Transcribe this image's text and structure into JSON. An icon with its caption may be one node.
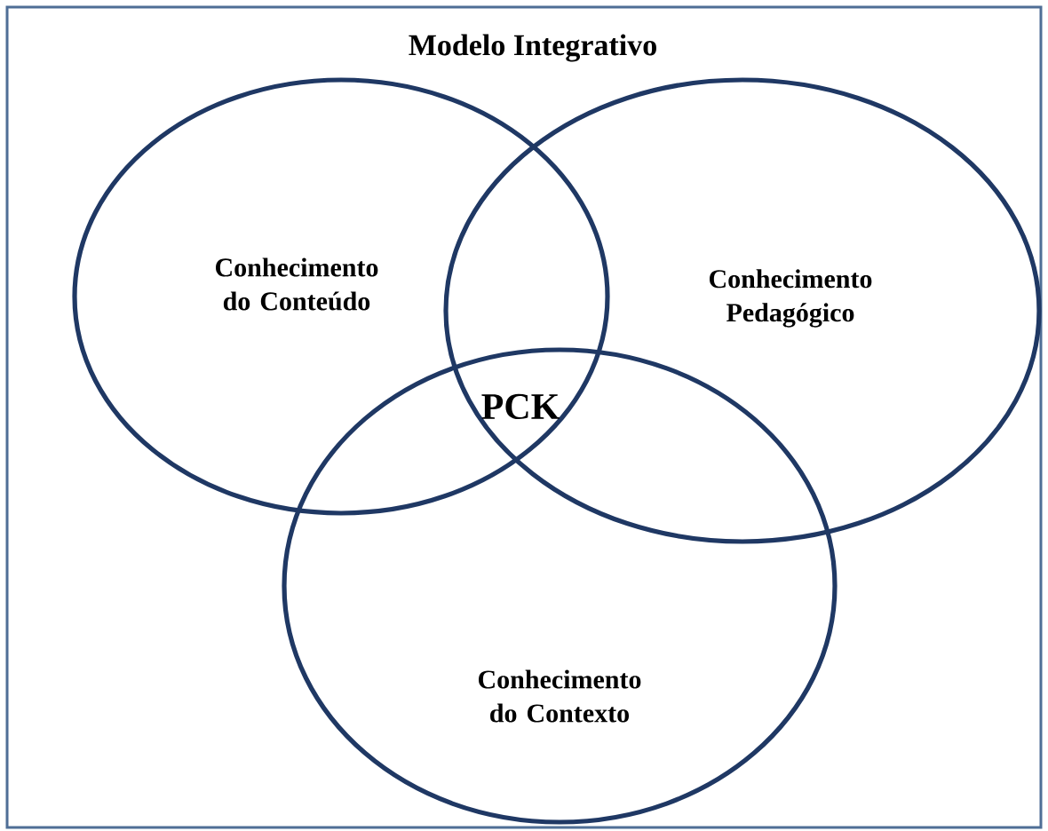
{
  "diagram": {
    "title": "Modelo Integrativo",
    "nodes": [
      {
        "text": [
          "Conhecimento do Conteúdo"
        ]
      },
      {
        "text": [
          "Conhecimento Pedagógico"
        ]
      },
      {
        "text": [
          "Conhecimento do Contexto"
        ]
      }
    ],
    "labels": [
      "PCK"
    ]
  }
}
